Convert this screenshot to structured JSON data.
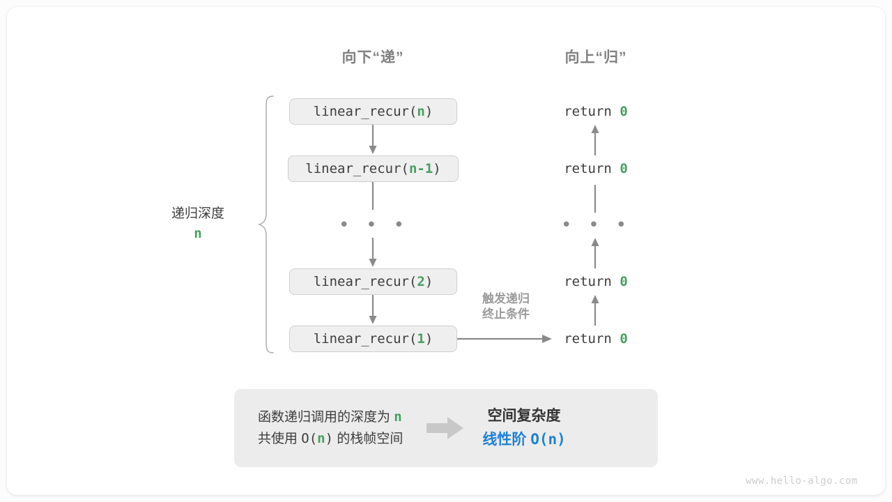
{
  "diagram": {
    "headings": {
      "down": "向下“递”",
      "up": "向上“归”"
    },
    "depth_label": {
      "text": "递归深度",
      "value": "n"
    },
    "call_stack": [
      {
        "prefix": "linear_recur(",
        "arg": "n",
        "suffix": ")"
      },
      {
        "prefix": "linear_recur(",
        "arg": "n-1",
        "suffix": ")"
      },
      {
        "prefix": "linear_recur(",
        "arg": "2",
        "suffix": ")"
      },
      {
        "prefix": "linear_recur(",
        "arg": "1",
        "suffix": ")"
      }
    ],
    "ellipsis": "• • •",
    "returns": [
      {
        "keyword": "return",
        "value": "0"
      },
      {
        "keyword": "return",
        "value": "0"
      },
      {
        "keyword": "return",
        "value": "0"
      },
      {
        "keyword": "return",
        "value": "0"
      }
    ],
    "trigger_note": {
      "line1": "触发递归",
      "line2": "终止条件"
    },
    "summary": {
      "left_line1_a": "函数递归调用的深度为 ",
      "left_line1_b": "n",
      "left_line2_a": "共使用 ",
      "left_line2_b": "O(",
      "left_line2_c": "n",
      "left_line2_d": ")",
      "left_line2_e": " 的栈帧空间",
      "right_title": "空间复杂度",
      "right_value_a": "线性阶 ",
      "right_value_b": "O(n)"
    }
  },
  "watermark": "www.hello-algo.com",
  "colors": {
    "green": "#479e5f",
    "blue": "#1f81d2",
    "gray_text": "#3d3d3d",
    "gray_muted": "#808080",
    "box_fill": "#efefef",
    "box_border": "#cfcfcf",
    "panel_fill": "#ececec",
    "arrow": "#8a8a8a",
    "block_arrow": "#c8c8c8"
  }
}
